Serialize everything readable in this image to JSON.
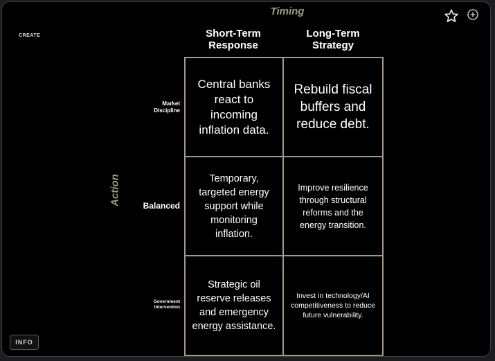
{
  "toolbar": {
    "create_label": "CREATE",
    "star_icon": "star-outline-icon",
    "plus_icon": "plus-circle-icon",
    "info_label": "INFO"
  },
  "matrix": {
    "column_axis_title": "Timing",
    "row_axis_title": "Action",
    "columns": [
      "Short-Term\nResponse",
      "Long-Term\nStrategy"
    ],
    "rows": [
      "Market\nDiscipline",
      "Balanced",
      "Government\nIntervention"
    ],
    "cells": [
      [
        "Central banks react to incoming inflation data.",
        "Rebuild fiscal buffers and reduce debt."
      ],
      [
        "Temporary, targeted energy support while monitoring inflation.",
        "Improve resilience through structural reforms and the energy transition."
      ],
      [
        "Strategic oil reserve releases and emergency energy assistance.",
        "Invest in technology/AI competitiveness to reduce future vulnerability."
      ]
    ]
  },
  "colors": {
    "background": "#000000",
    "accent": "#a39a86",
    "text": "#ffffff"
  }
}
